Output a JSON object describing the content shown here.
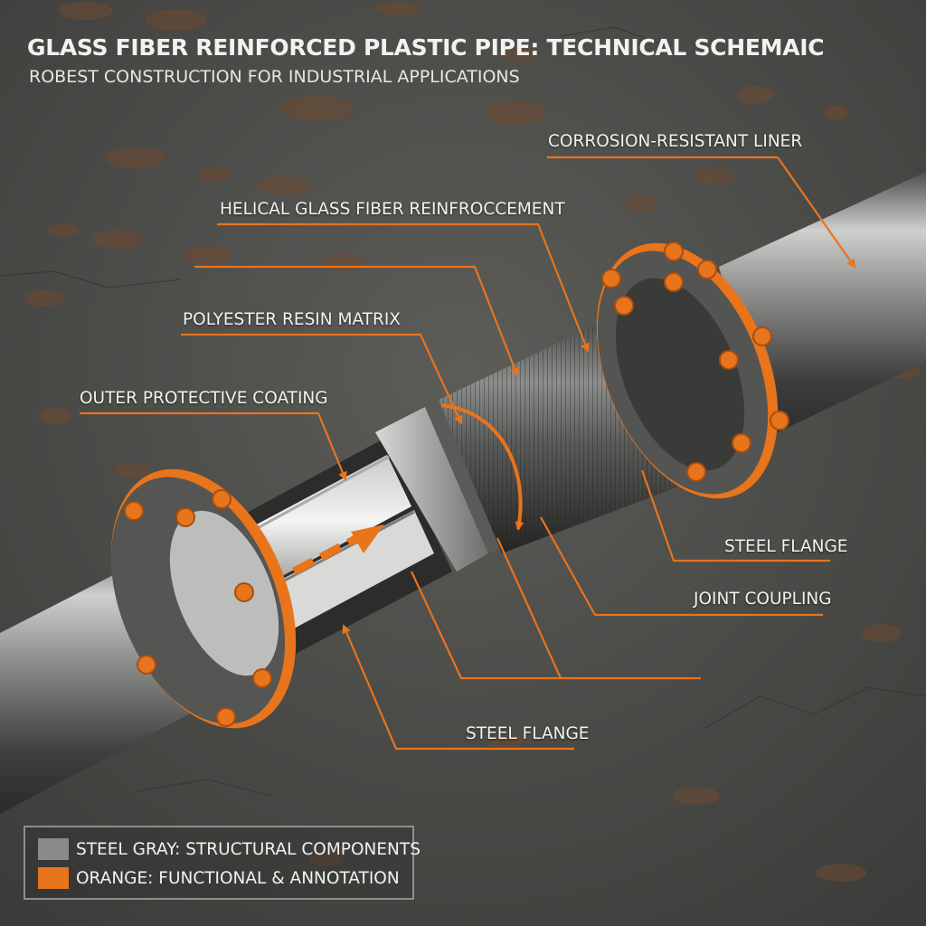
{
  "header": {
    "title": "GLASS FIBER REINFORCED PLASTIC PIPE: TECHNICAL SCHEMAIC",
    "subtitle": "ROBEST CONSTRUCTION FOR INDUSTRIAL APPLICATIONS"
  },
  "callouts": {
    "corrosion_liner": "CORROSION-RESISTANT LINER",
    "helical_reinforcement": "HELICAL GLASS FIBER REINFROCCEMENT",
    "resin_matrix": "POLYESTER RESIN MATRIX",
    "outer_coating": "OUTER PROTECTIVE COATING",
    "steel_flange_right": "STEEL FLANGE",
    "joint_coupling": "JOINT COUPLING",
    "steel_flange_bottom": "STEEL FLANGE"
  },
  "legend": {
    "items": [
      {
        "label": "STEEL GRAY: STRUCTURAL COMPONENTS",
        "color": "#8a8a88"
      },
      {
        "label": "ORANGE: FUNCTIONAL & ANNOTATION",
        "color": "#e8741c"
      }
    ]
  },
  "colors": {
    "accent_orange": "#e8741c",
    "steel_gray": "#8a8a88",
    "background_concrete": "#4a4a48"
  }
}
